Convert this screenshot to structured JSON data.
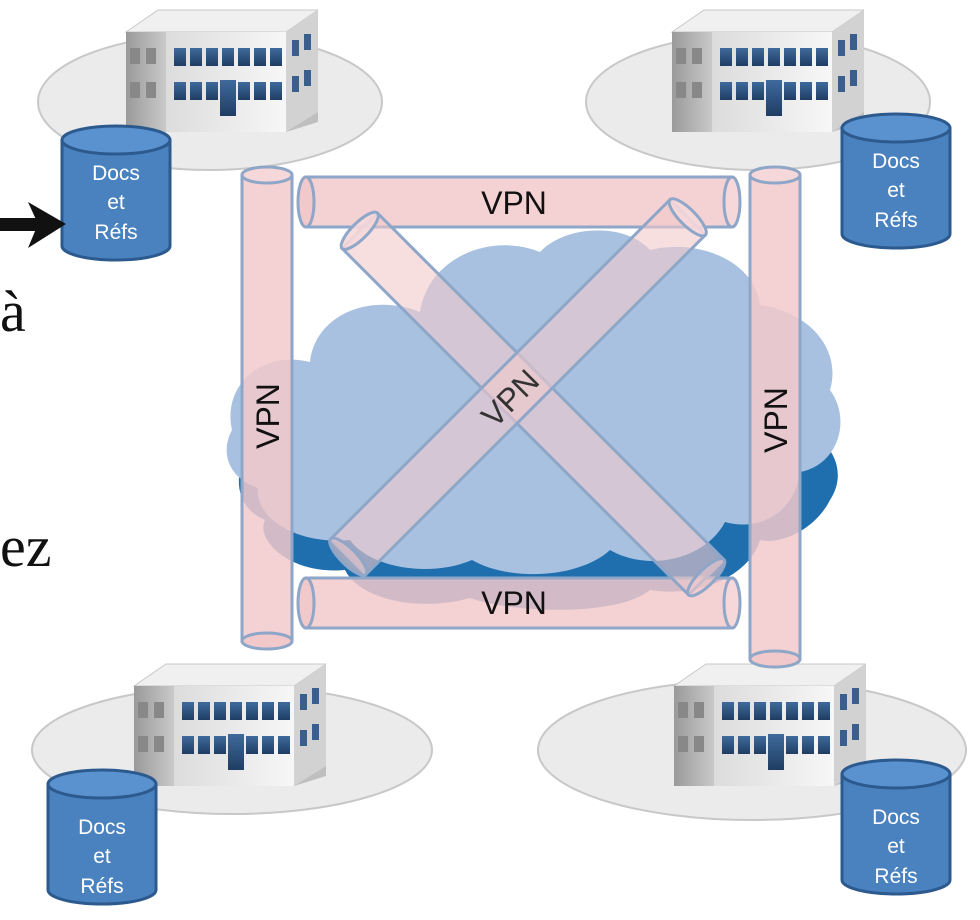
{
  "cylinder_label": {
    "line1": "Docs",
    "line2": "et",
    "line3": "Réfs"
  },
  "vpn_label": "VPN",
  "partial_text": {
    "a_grave": "à",
    "ez": "ez"
  },
  "colors": {
    "cloud_light": "#a9c1e1",
    "cloud_dark": "#1f6fae",
    "tube_fill": "#f2c9cb",
    "tube_stroke": "#8ea6c8",
    "cylinder_fill": "#4a82c0",
    "cylinder_stroke": "#2d5a8e",
    "ellipse_fill": "#ebebeb",
    "ellipse_stroke": "#c8c8c8"
  },
  "icons": [
    "office-building-icon",
    "database-cylinder-icon",
    "arrow-right-icon",
    "cloud-icon"
  ]
}
